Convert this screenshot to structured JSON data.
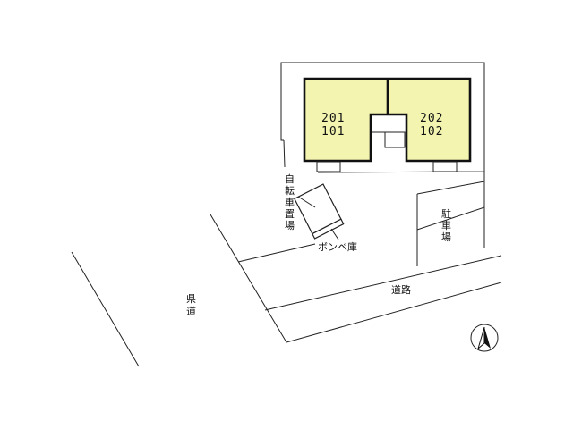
{
  "units": {
    "left": {
      "upper": "201",
      "lower": "101"
    },
    "right": {
      "upper": "202",
      "lower": "102"
    }
  },
  "labels": {
    "bicycle_parking": [
      "自",
      "転",
      "車",
      "置",
      "場"
    ],
    "gas_cylinder_storage": "ボンベ庫",
    "parking": [
      "駐",
      "車",
      "場"
    ],
    "road": "道路",
    "prefectural_road": [
      "県",
      "道"
    ]
  },
  "colors": {
    "building_fill": "#f2f4b0",
    "building_outline": "#111111",
    "line": "#222222"
  },
  "compass": {
    "direction": "north-icon"
  }
}
